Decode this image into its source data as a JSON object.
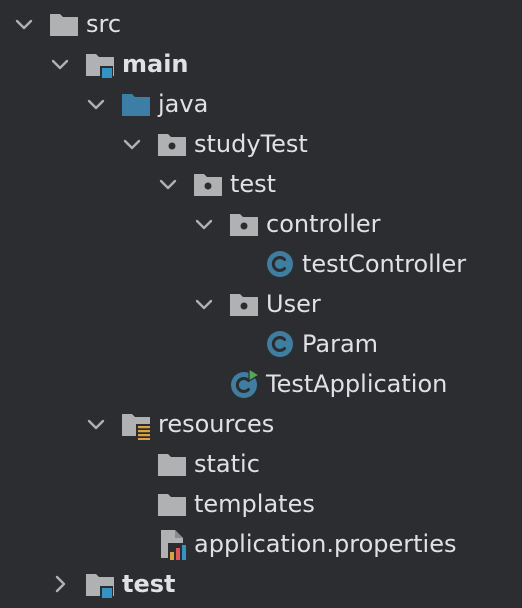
{
  "colors": {
    "background": "#2b2d30",
    "text": "#dfe1e5",
    "folder_gray": "#afb1b3",
    "folder_blue": "#3d7ea6",
    "badge_blue": "#3592c4",
    "class_circle": "#3f7ea1",
    "run_green": "#54a857"
  },
  "tree": {
    "nodes": [
      {
        "label": "src",
        "icon": "folder-icon",
        "expanded": true
      },
      {
        "label": "main",
        "icon": "module-folder-icon",
        "expanded": true
      },
      {
        "label": "java",
        "icon": "source-root-folder-icon",
        "expanded": true
      },
      {
        "label": "studyTest",
        "icon": "package-icon",
        "expanded": true
      },
      {
        "label": "test",
        "icon": "package-icon",
        "expanded": true
      },
      {
        "label": "controller",
        "icon": "package-icon",
        "expanded": true
      },
      {
        "label": "testController",
        "icon": "java-class-icon"
      },
      {
        "label": "User",
        "icon": "package-icon",
        "expanded": true
      },
      {
        "label": "Param",
        "icon": "java-class-icon"
      },
      {
        "label": "TestApplication",
        "icon": "spring-boot-class-icon"
      },
      {
        "label": "resources",
        "icon": "resources-folder-icon",
        "expanded": true
      },
      {
        "label": "static",
        "icon": "folder-icon"
      },
      {
        "label": "templates",
        "icon": "folder-icon"
      },
      {
        "label": "application.properties",
        "icon": "properties-file-icon"
      },
      {
        "label": "test",
        "icon": "module-folder-icon",
        "expanded": false
      }
    ]
  }
}
